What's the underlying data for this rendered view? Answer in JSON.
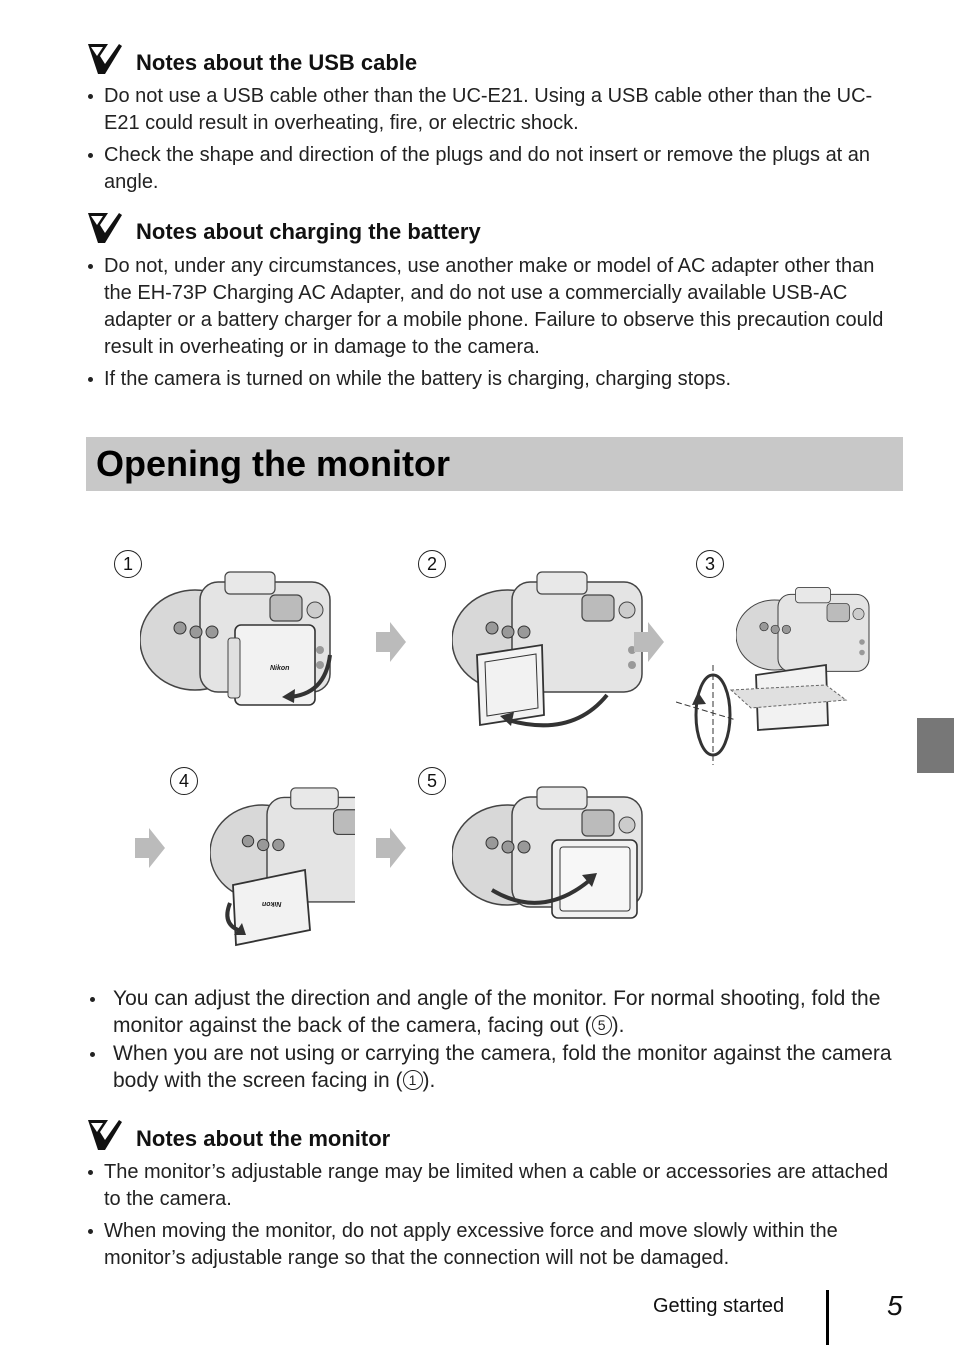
{
  "notes_usb": {
    "title": "Notes about the USB cable",
    "bullets": [
      "Do not use a USB cable other than the UC-E21. Using a USB cable other than the UC-E21 could result in overheating, fire, or electric shock.",
      "Check the shape and direction of the plugs and do not insert or remove the plugs at an angle."
    ]
  },
  "notes_battery": {
    "title": "Notes about charging the battery",
    "bullets": [
      "Do not, under any circumstances, use another make or model of AC adapter other than the EH-73P Charging AC Adapter, and do not use a commercially available USB-AC adapter or a battery charger for a mobile phone. Failure to observe this precaution could result in overheating or in damage to the camera.",
      "If the camera is turned on while the battery is charging, charging stops."
    ]
  },
  "section": {
    "title": "Opening the monitor"
  },
  "figure": {
    "steps": [
      "1",
      "2",
      "3",
      "4",
      "5"
    ],
    "brand": "Nikon"
  },
  "monitor_info": {
    "bullet1_text": "You can adjust the direction and angle of the monitor. For normal shooting, fold the monitor against the back of the camera, facing out (",
    "bullet1_ref": "5",
    "bullet1_end": ").",
    "bullet2_text": "When you are not using or carrying the camera, fold the monitor against the camera body with the screen facing in (",
    "bullet2_ref": "1",
    "bullet2_end": ")."
  },
  "notes_monitor": {
    "title": "Notes about the monitor",
    "bullets": [
      "The monitor’s adjustable range may be limited when a cable or accessories are attached to the camera.",
      "When moving the monitor, do not apply excessive force and move slowly within the monitor’s adjustable range so that the connection will not be damaged."
    ]
  },
  "footer": {
    "section_name": "Getting started",
    "page_number": "5"
  }
}
